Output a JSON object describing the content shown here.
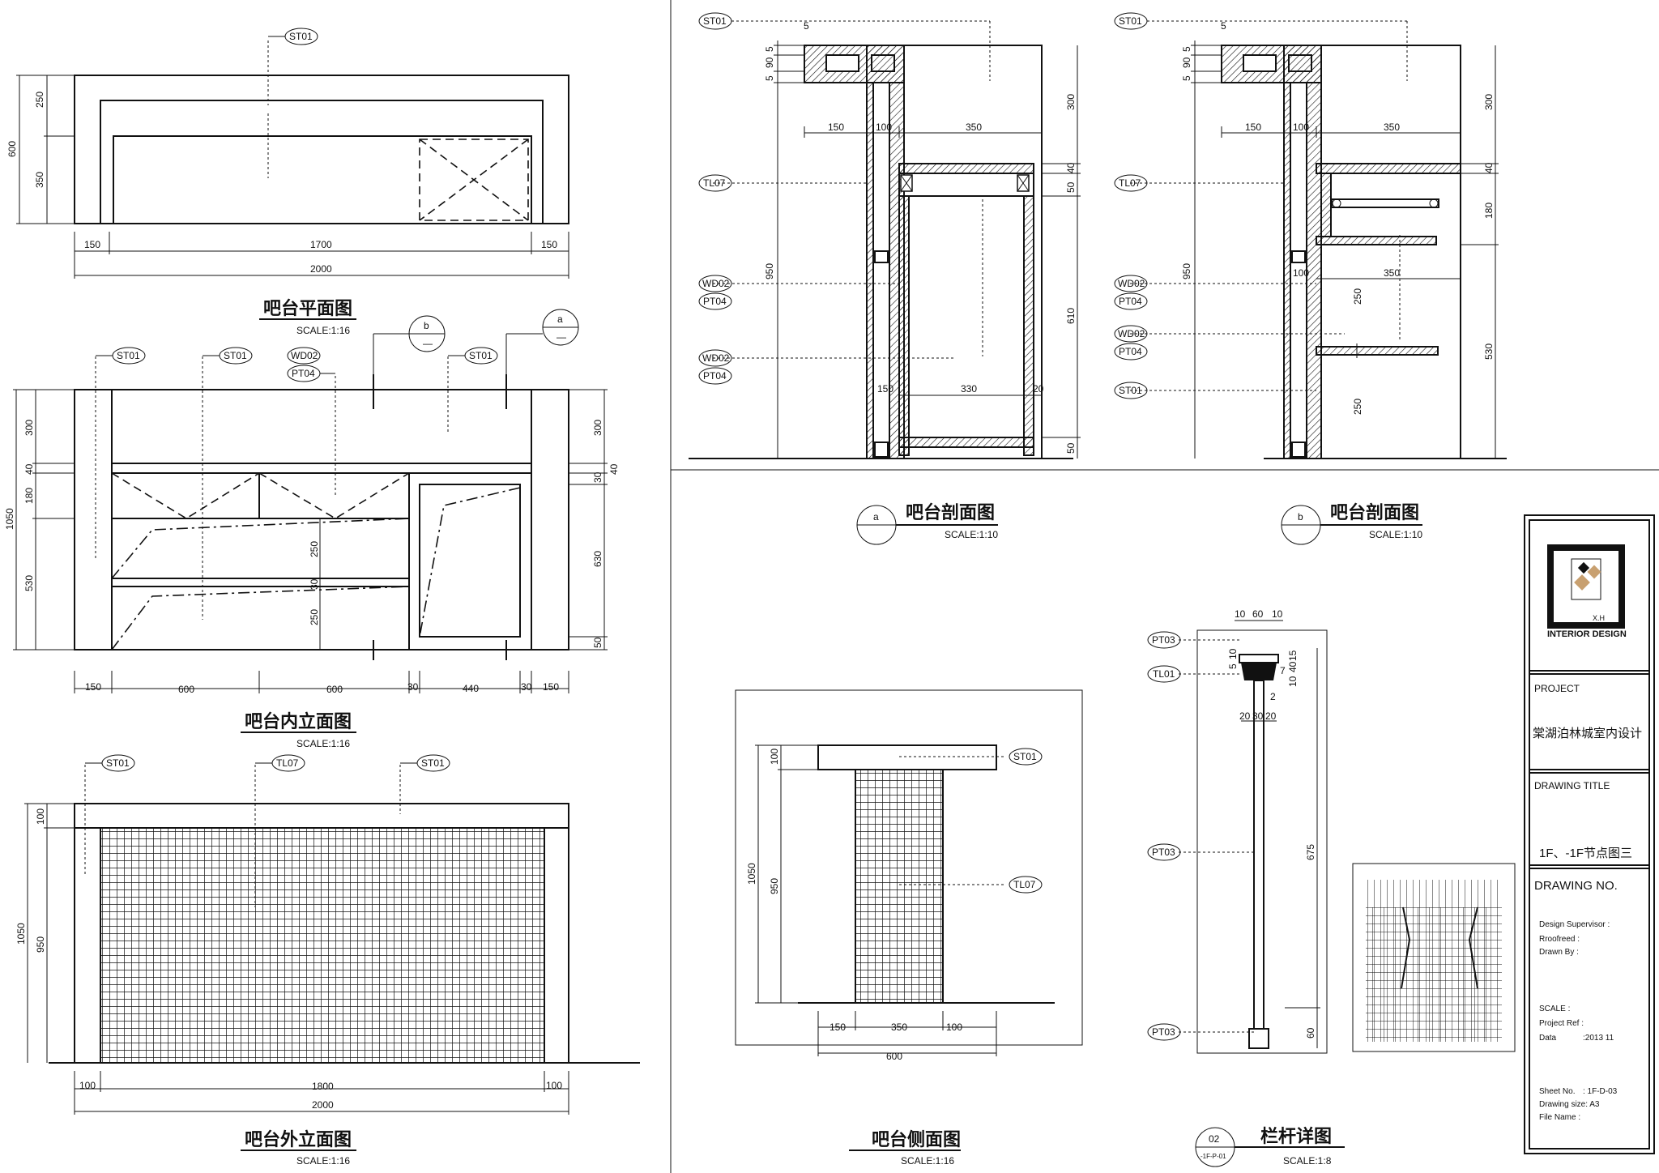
{
  "views": {
    "plan": {
      "title": "吧台平面图",
      "scale": "SCALE:1:16",
      "dims": {
        "d250": "250",
        "d350": "350",
        "d600": "600",
        "d150a": "150",
        "d1700": "1700",
        "d150b": "150",
        "d2000": "2000"
      },
      "tags": {
        "t1": "ST01"
      }
    },
    "inner": {
      "title": "吧台内立面图",
      "scale": "SCALE:1:16",
      "dims": {
        "l300": "300",
        "l40": "40",
        "l180": "180",
        "l1050": "1050",
        "l530": "530",
        "m250a": "250",
        "m30": "30",
        "m250b": "250",
        "r300": "300",
        "r40": "40",
        "r30": "30",
        "r630": "630",
        "r50": "50",
        "b150a": "150",
        "b600a": "600",
        "b600b": "600",
        "b30a": "30",
        "b440": "440",
        "b30b": "30",
        "b150b": "150"
      },
      "tags": {
        "t1": "ST01",
        "t2": "ST01",
        "t3": "WD02",
        "t4": "PT04",
        "t5": "ST01"
      },
      "callouts": {
        "b": "b",
        "a": "a",
        "dash": "—"
      }
    },
    "outer": {
      "title": "吧台外立面图",
      "scale": "SCALE:1:16",
      "dims": {
        "l100": "100",
        "l1050": "1050",
        "l950": "950",
        "b100a": "100",
        "b1800": "1800",
        "b100b": "100",
        "b2000": "2000"
      },
      "tags": {
        "t1": "ST01",
        "t2": "TL07",
        "t3": "ST01"
      }
    },
    "side": {
      "title": "吧台侧面图",
      "scale": "SCALE:1:16",
      "dims": {
        "l100": "100",
        "l1050": "1050",
        "l950": "950",
        "b150": "150",
        "b350": "350",
        "b100": "100",
        "b600": "600"
      },
      "tags": {
        "t1": "ST01",
        "t2": "TL07"
      }
    },
    "sectionA": {
      "title": "吧台剖面图",
      "scale": "SCALE:1:10",
      "label": "a",
      "dims": {
        "t5": "5",
        "d5a": "5",
        "d90": "90",
        "d5b": "5",
        "d150": "150",
        "d100": "100",
        "d350": "350",
        "r300": "300",
        "r40": "40",
        "r50": "50",
        "l950": "950",
        "r610": "610",
        "d150b": "150",
        "d330": "330",
        "d20": "20",
        "r50b": "50"
      },
      "tags": {
        "t1": "ST01",
        "t2": "TL07",
        "t3": "WD02",
        "t4": "PT04",
        "t5": "WD02",
        "t6": "PT04"
      }
    },
    "sectionB": {
      "title": "吧台剖面图",
      "scale": "SCALE:1:10",
      "label": "b",
      "dims": {
        "t5": "5",
        "d5a": "5",
        "d90": "90",
        "d5b": "5",
        "d150": "150",
        "d100": "100",
        "d350": "350",
        "r300": "300",
        "r40": "40",
        "r180": "180",
        "l950": "950",
        "d100b": "100",
        "d350b": "350",
        "d250a": "250",
        "r530": "530",
        "d250b": "250"
      },
      "tags": {
        "t1": "ST01",
        "t2": "TL07",
        "t3": "WD02",
        "t4": "PT04",
        "t5": "WD02",
        "t6": "PT04",
        "t7": "ST01"
      }
    },
    "railing": {
      "title": "栏杆详图",
      "scale": "SCALE:1:8",
      "callout_num": "02",
      "callout_ref": "-1F-P-01",
      "dims": {
        "d10a": "10",
        "d60": "60",
        "d10b": "10",
        "d5": "5",
        "d10c": "10",
        "d7": "7",
        "d10d": "10",
        "d40": "40",
        "d15": "15",
        "d2": "2",
        "d20a": "20",
        "d30": "30",
        "d20b": "20",
        "d675": "675",
        "d60b": "60"
      },
      "tags": {
        "t1": "PT03",
        "t2": "TL01",
        "t3": "PT03",
        "t4": "PT03"
      }
    }
  },
  "title_block": {
    "logo_initials": "X.H",
    "logo_text": "INTERIOR DESIGN",
    "project_label": "PROJECT",
    "project_name": "棠湖泊林城室内设计",
    "drawing_title_label": "DRAWING TITLE",
    "drawing_title": "1F、-1F节点图三",
    "drawing_no_label": "DRAWING NO.",
    "design_supervisor": "Design Supervisor :",
    "proofreed": "Rroofreed      :",
    "drawn_by": "Drawn By       :",
    "scale_label": "SCALE          :",
    "project_ref": "Project Ref    :",
    "data_label": "Data",
    "data_value": ":2013 11",
    "sheet_no_label": "Sheet No.",
    "sheet_no_value": ": 1F-D-03",
    "drawing_size": "Drawing size: A3",
    "file_name": "File Name      :"
  },
  "colors": {
    "ink": "#111111",
    "paper": "#ffffff"
  }
}
